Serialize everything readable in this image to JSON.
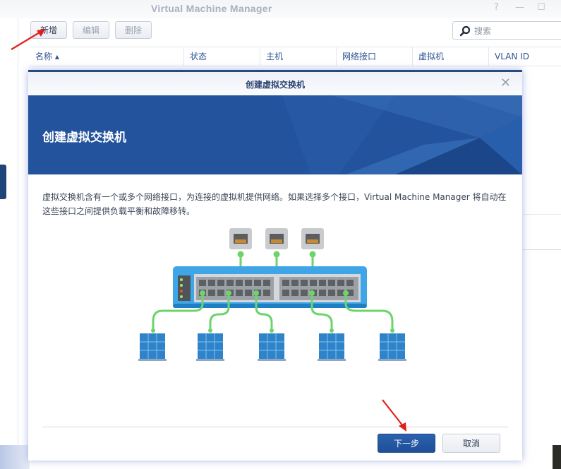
{
  "window": {
    "title": "Virtual Machine Manager",
    "controls": {
      "help": "?",
      "minimize": "—",
      "maximize": "☐"
    }
  },
  "toolbar": {
    "add_label": "新增",
    "edit_label": "编辑",
    "delete_label": "删除",
    "search_placeholder": "搜索"
  },
  "table": {
    "columns": [
      {
        "label": "名称 ▴"
      },
      {
        "label": "状态"
      },
      {
        "label": "主机"
      },
      {
        "label": "网络接口"
      },
      {
        "label": "虚拟机"
      },
      {
        "label": "VLAN ID"
      }
    ]
  },
  "dialog": {
    "title": "创建虚拟交换机",
    "banner_title": "创建虚拟交换机",
    "description": "虚拟交换机含有一个或多个网络接口，为连接的虚拟机提供网络。如果选择多个接口，Virtual Machine Manager 将自动在这些接口之间提供负载平衡和故障移转。",
    "next_label": "下一步",
    "cancel_label": "取消",
    "close_icon": "×"
  },
  "illustration": {
    "uplink_ports": 3,
    "switch_ports_per_bank": 16,
    "switch_banks": 2,
    "virtual_machines": 5
  },
  "colors": {
    "accent": "#24539d",
    "header_text": "#2f5596",
    "link_green": "#6cd46a",
    "annotation_arrow": "#e0201c"
  }
}
